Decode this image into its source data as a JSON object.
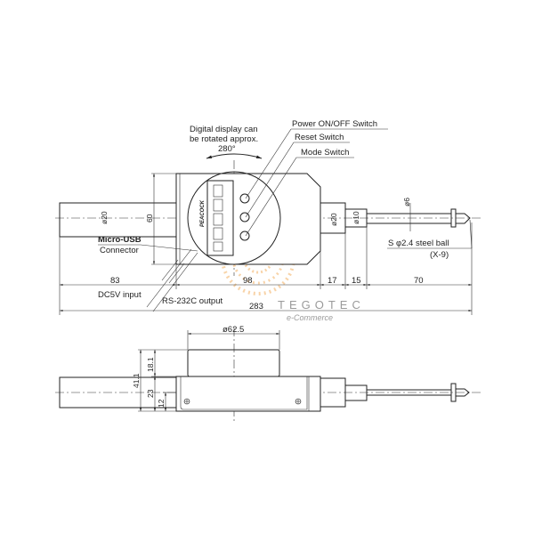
{
  "top_view": {
    "rotation_note": [
      "Digital display can",
      "be rotated approx.",
      "280°"
    ],
    "callouts": {
      "power": "Power ON/OFF Switch",
      "reset": "Reset Switch",
      "mode": "Mode Switch",
      "usb_1": "Micro-USB",
      "usb_2": "Connector",
      "dc_input": "DC5V input",
      "rs232": "RS-232C output",
      "ball_1": "S φ2.4 steel ball",
      "ball_2": "(X-9)"
    },
    "dims": {
      "left_stem_dia": "ø20",
      "body_height": "60",
      "right_stem_dia": "ø20",
      "collar_dia": "ø10",
      "spindle_dia": "ø6",
      "len_stem": "83",
      "len_body": "98",
      "len_right_stem": "17",
      "len_collar": "15",
      "len_spindle": "70",
      "total": "283"
    },
    "brand": "PEACOCK"
  },
  "side_view": {
    "dims": {
      "display_dia": "ø62.5",
      "total_height": "41.1",
      "display_height": "18.1",
      "body_height": "23",
      "axis_height": "12"
    }
  },
  "watermark": {
    "name": "TEGOTEC",
    "sub": "e-Commerce",
    "color": "#f0a040"
  }
}
